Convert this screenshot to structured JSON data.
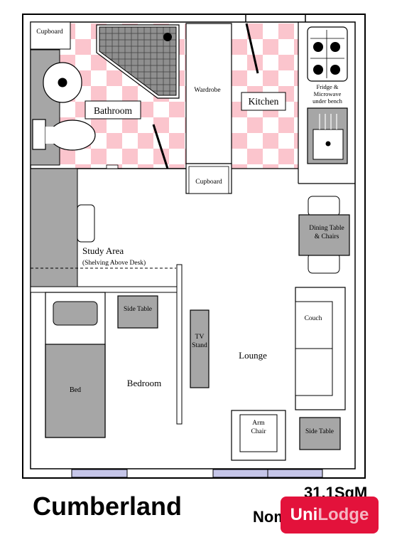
{
  "rooms": {
    "cupboard_top": "Cupboard",
    "bathroom": "Bathroom",
    "wardrobe": "Wardrobe",
    "kitchen": "Kitchen",
    "fridge_line1": "Fridge &",
    "fridge_line2": "Microwave",
    "fridge_line3": "under bench",
    "cupboard_mid": "Cupboard",
    "study_area": "Study Area",
    "study_note": "(Shelving Above Desk)",
    "dining_line1": "Dining Table",
    "dining_line2": "& Chairs",
    "side_table_bed": "Side Table",
    "tv_line1": "TV",
    "tv_line2": "Stand",
    "couch": "Couch",
    "lounge": "Lounge",
    "bed": "Bed",
    "bedroom": "Bedroom",
    "armchair_line1": "Arm",
    "armchair_line2": "Chair",
    "side_table_lounge": "Side Table"
  },
  "footer": {
    "title": "Cumberland",
    "area": "31.1SqM",
    "nominal": "Nom",
    "logo_uni": "Uni",
    "logo_lodge": "Lodge"
  },
  "colors": {
    "tile_pink": "#fbc5cd",
    "fixture_grey": "#a6a6a6",
    "window_blue": "#c5c5e8",
    "logo_red": "#e3123b"
  }
}
